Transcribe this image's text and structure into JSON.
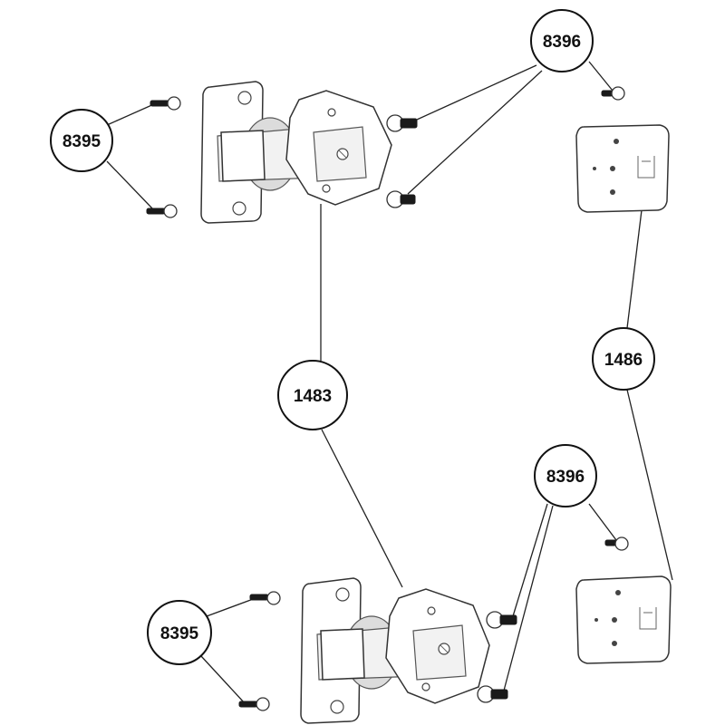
{
  "diagram": {
    "callouts": [
      {
        "id": "c1",
        "label": "8396"
      },
      {
        "id": "c2",
        "label": "8395"
      },
      {
        "id": "c3",
        "label": "1486"
      },
      {
        "id": "c4",
        "label": "1483"
      },
      {
        "id": "c5",
        "label": "8396"
      },
      {
        "id": "c6",
        "label": "8395"
      }
    ]
  }
}
